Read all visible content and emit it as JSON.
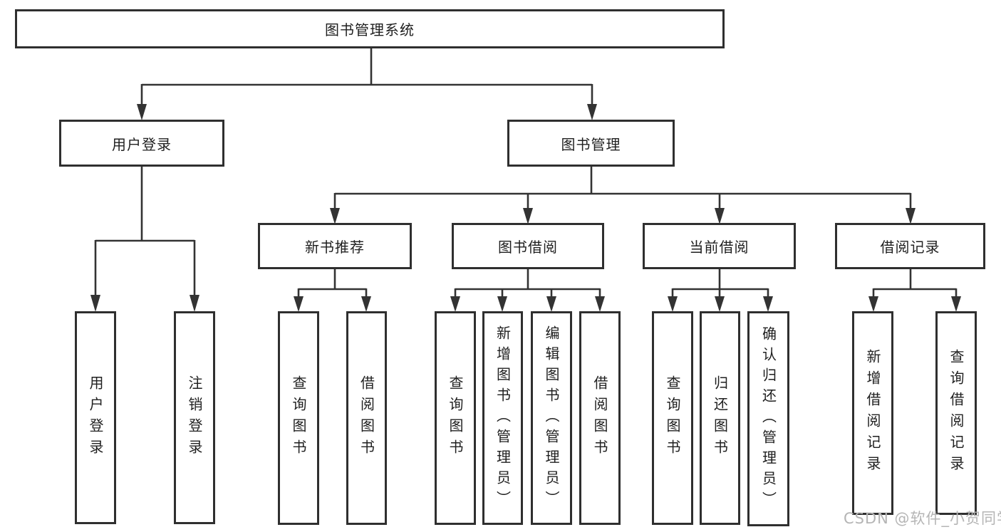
{
  "tree": {
    "root_label": "图书管理系统",
    "branches": [
      {
        "label": "用户登录",
        "leaves": [
          "用户登录",
          "注销登录"
        ]
      },
      {
        "label": "图书管理",
        "groups": [
          {
            "label": "新书推荐",
            "leaves": [
              "查询图书",
              "借阅图书"
            ]
          },
          {
            "label": "图书借阅",
            "leaves": [
              "查询图书",
              "新增图书（管理员）",
              "编辑图书（管理员）",
              "借阅图书"
            ]
          },
          {
            "label": "当前借阅",
            "leaves": [
              "查询图书",
              "归还图书",
              "确认归还（管理员）"
            ]
          },
          {
            "label": "借阅记录",
            "leaves": [
              "新增借阅记录",
              "查询借阅记录"
            ]
          }
        ]
      }
    ]
  },
  "watermark": {
    "text": "CSDN @软件_小贺同学"
  },
  "colors": {
    "line": "#333333",
    "box_border": "#2f2f2f",
    "text": "#1f1f1f",
    "watermark": "#b5b5b5",
    "background": "#ffffff"
  }
}
